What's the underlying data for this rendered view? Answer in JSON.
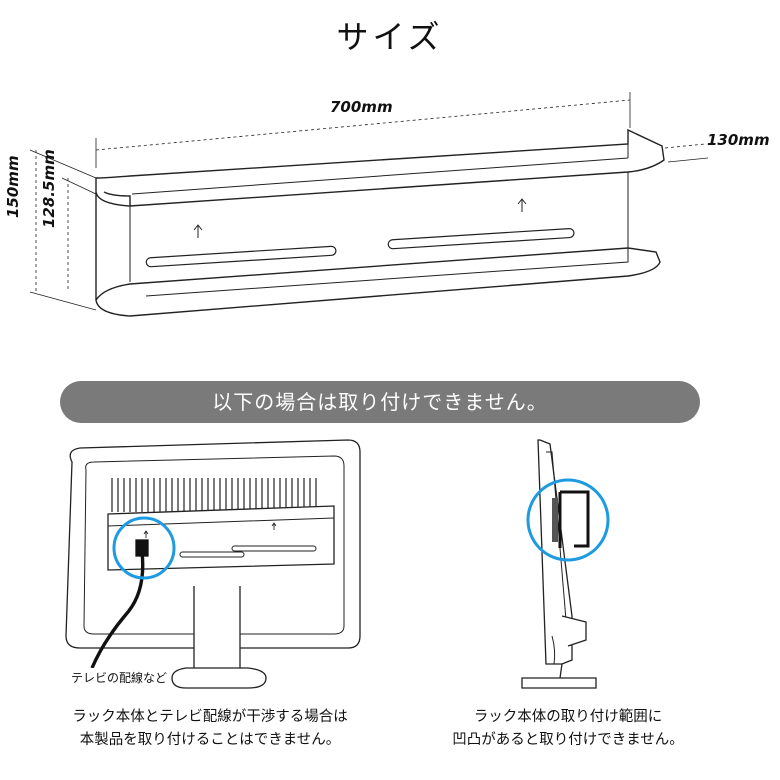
{
  "title": "サイズ",
  "dimensions": {
    "width": "700mm",
    "depth": "130mm",
    "height_total": "150mm",
    "height_inner": "128.5mm"
  },
  "banner": "以下の場合は取り付けできません。",
  "cases": [
    {
      "callout": "テレビの配線など",
      "caption_line1": "ラック本体とテレビ配線が干渉する場合は",
      "caption_line2": "本製品を取り付けることはできません。"
    },
    {
      "caption_line1": "ラック本体の取り付け範囲に",
      "caption_line2": "凹凸があると取り付けできません。"
    }
  ],
  "colors": {
    "banner_bg": "#7a7a7a",
    "highlight_circle": "#1e9be0",
    "line": "#222222"
  }
}
